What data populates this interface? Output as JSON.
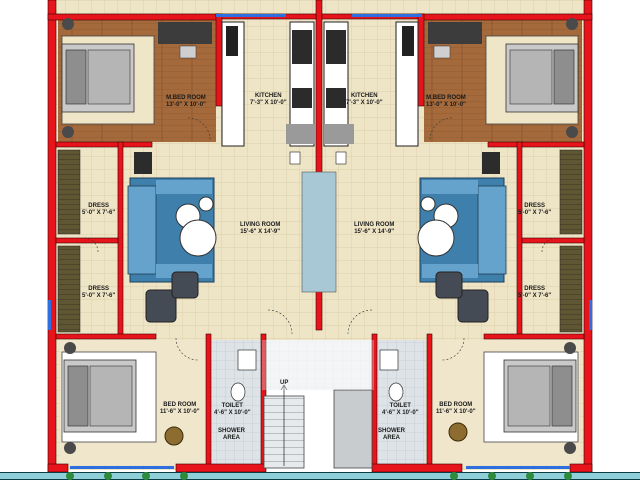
{
  "rooms": {
    "master_bed_left": {
      "name": "M.BED ROOM",
      "size": "13'-0\" X 10'-0\""
    },
    "master_bed_right": {
      "name": "M.BED ROOM",
      "size": "13'-0\" X 10'-0\""
    },
    "kitchen_left": {
      "name": "KITCHEN",
      "size": "7'-3\" X 10'-0\""
    },
    "kitchen_right": {
      "name": "KITCHEN",
      "size": "7'-3\" X 10'-0\""
    },
    "living_left": {
      "name": "LIVING ROOM",
      "size": "15'-6\" X 14'-9\""
    },
    "living_right": {
      "name": "LIVING ROOM",
      "size": "15'-6\" X 14'-9\""
    },
    "dress_left_upper": {
      "name": "DRESS",
      "size": "5'-0\" X 7'-6\""
    },
    "dress_left_lower": {
      "name": "DRESS",
      "size": "5'-0\" X 7'-6\""
    },
    "dress_right_upper": {
      "name": "DRESS",
      "size": "5'-0\" X 7'-6\""
    },
    "dress_right_lower": {
      "name": "DRESS",
      "size": "5'-0\" X 7'-6\""
    },
    "bed_left": {
      "name": "BED ROOM",
      "size": "11'-6\" X 10'-0\""
    },
    "bed_right": {
      "name": "BED ROOM",
      "size": "11'-6\" X 10'-0\""
    },
    "toilet_left": {
      "name": "TOILET",
      "size": "4'-6\" X 10'-0\""
    },
    "toilet_right": {
      "name": "TOILET",
      "size": "4'-6\" X 10'-0\""
    },
    "shower_left": {
      "name": "SHOWER",
      "size": "AREA"
    },
    "shower_right": {
      "name": "SHOWER",
      "size": "AREA"
    }
  },
  "stair": {
    "label": "UP"
  },
  "colors": {
    "wall": "#e8141c",
    "wood_floor": "#a86a3a",
    "tile_floor": "#efe6c8",
    "sofa": "#3d87b8",
    "dark_furniture": "#454b55",
    "wardrobe": "#5a5130",
    "bed_frame": "#8a8a8a"
  }
}
